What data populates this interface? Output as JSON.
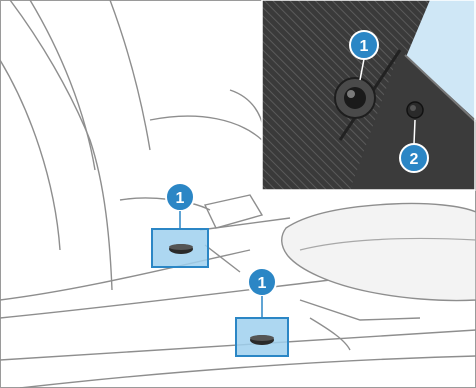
{
  "colors": {
    "accent": "#2b86c5",
    "accent_light": "#9fd0ee",
    "inset_bg": "#cfe7f6",
    "line": "#8e8e8e",
    "seat_fill": "#f3f3f3",
    "dark": "#2a2a2a"
  },
  "callouts": {
    "c1_inset": "1",
    "c2_inset": "2",
    "c1_upper": "1",
    "c1_lower": "1"
  }
}
